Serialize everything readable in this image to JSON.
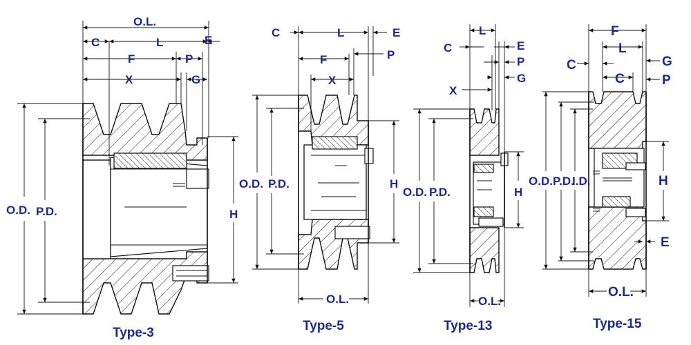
{
  "colors": {
    "label": "#1a2a8c",
    "line": "#111111",
    "background": "#ffffff"
  },
  "type3": {
    "title": "Type-3",
    "ol": "O.L.",
    "c": "C",
    "l": "L",
    "e": "E",
    "f": "F",
    "p": "P",
    "x": "X",
    "g": "G",
    "od": "O.D.",
    "pd": "P.D.",
    "h": "H"
  },
  "type5": {
    "title": "Type-5",
    "c": "C",
    "l": "L",
    "e": "E",
    "f": "F",
    "p": "P",
    "x": "X",
    "od": "O.D.",
    "pd": "P.D.",
    "h": "H",
    "ol": "O.L."
  },
  "type13": {
    "title": "Type-13",
    "l": "L",
    "c": "C",
    "e": "E",
    "p": "P",
    "g": "G",
    "x": "X",
    "od": "O.D.",
    "pd": "P.D.",
    "h": "H",
    "ol": "O.L."
  },
  "type15": {
    "title": "Type-15",
    "f": "F",
    "c_outer": "C",
    "l": "L",
    "g": "G",
    "c_inner": "C",
    "p": "P",
    "od": "O.D.",
    "pd": "P.D.",
    "id": "I.D.",
    "h": "H",
    "e": "E",
    "ol": "O.L."
  }
}
